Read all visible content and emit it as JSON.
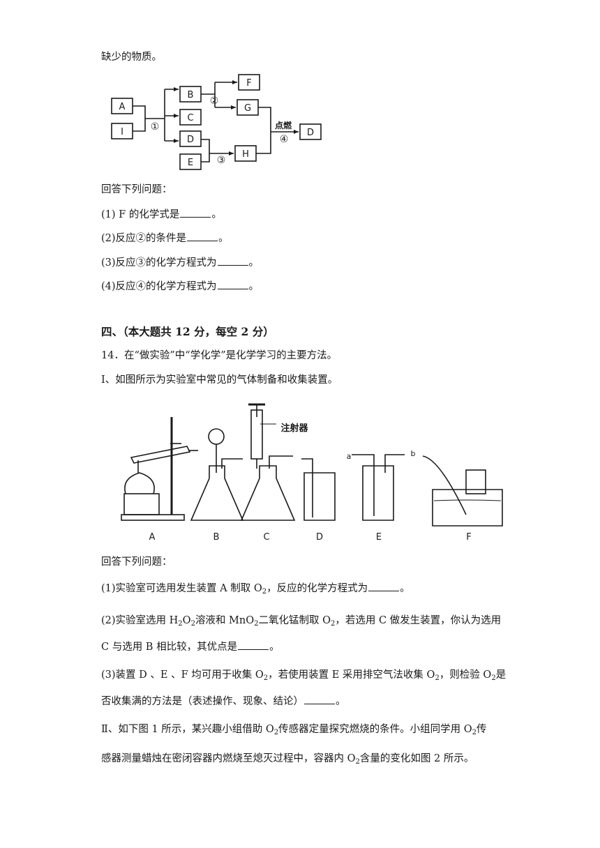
{
  "intro_tail": "缺少的物质。",
  "flow": {
    "nodes": [
      "A",
      "I",
      "B",
      "C",
      "D",
      "E",
      "F",
      "G",
      "H",
      "D"
    ],
    "step1": "①",
    "step2": "②",
    "step3": "③",
    "step4": "④",
    "ignite": "点燃"
  },
  "q13": {
    "prompt": "回答下列问题：",
    "items": [
      {
        "pre": "(1) F 的化学式是",
        "post": "。"
      },
      {
        "pre": "(2)反应②的条件是",
        "post": "。"
      },
      {
        "pre": "(3)反应③的化学方程式为",
        "post": "。"
      },
      {
        "pre": "(4)反应④的化学方程式为",
        "post": "。"
      }
    ]
  },
  "section4": {
    "heading": "四、（本大题共 12 分，每空 2 分）",
    "q14_title": "14．在“做实验”中“学化学”是化学学习的主要方法。",
    "part1": "Ⅰ、如图所示为实验室中常见的气体制备和收集装置。",
    "apparatus": {
      "labels": [
        "A",
        "B",
        "C",
        "D",
        "E",
        "F"
      ],
      "syringe": "注射器",
      "port_a": "a",
      "port_b": "b"
    },
    "prompt": "回答下列问题：",
    "q1": {
      "pre": "(1)实验室可选用发生装置 A 制取 O",
      "mid": "，反应的化学方程式为",
      "post": "。"
    },
    "q2": {
      "pre": "(2)实验室选用 H",
      "a": "O",
      "b": "溶液和 MnO",
      "c": "二氧化锰制取 O",
      "d": "，若选用 C 做发生装置，你认为选用",
      "line2_pre": "C 与选用 B 相比较，其优点是",
      "line2_post": "。"
    },
    "q3": {
      "pre": "(3)装置 D 、E 、F 均可用于收集 O",
      "mid": "，若使用装置 E 采用排空气法收集 O",
      "mid2": "，则检验 O",
      "end": "是",
      "line2_pre": "否收集满的方法是（表述操作、现象、结论）",
      "line2_post": "。"
    },
    "part2": {
      "pre": "Ⅱ、如下图 1 所示，某兴趣小组借助 O",
      "mid": "传感器定量探究燃烧的条件。小组同学用 O",
      "end": "传",
      "line2_pre": "感器测量蜡烛在密闭容器内燃烧至熄灭过程中，容器内 O",
      "line2_post": "含量的变化如图 2 所示。"
    },
    "sub2": "2"
  }
}
